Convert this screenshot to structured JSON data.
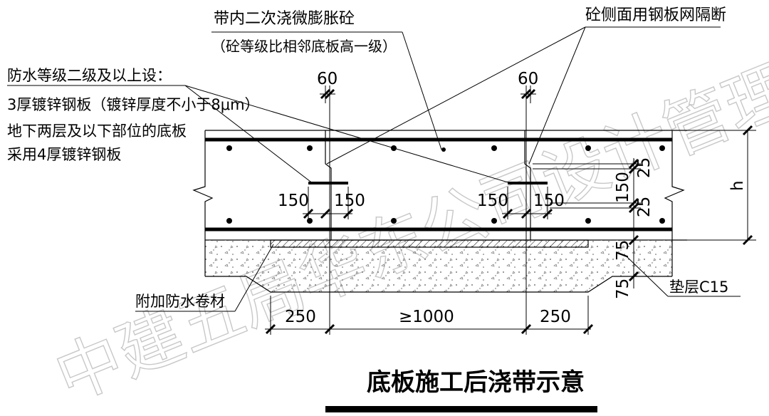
{
  "watermark": "中建五局华东公司设计管理部",
  "labels": {
    "band_concrete_line1": "带内二次浇微膨胀砼",
    "band_concrete_line2": "（砼等级比相邻底板高一级）",
    "side_mesh": "砼侧面用钢板网隔断",
    "waterproof_line1": "防水等级二级及以上设：",
    "waterproof_line2": "3厚镀锌钢板（镀锌厚度不小于8μm）",
    "waterproof_line3": "地下两层及以下部位的底板",
    "waterproof_line4": "采用4厚镀锌钢板",
    "membrane": "附加防水卷材",
    "cushion": "垫层C15"
  },
  "dimensions": {
    "top_left_60": "60",
    "top_right_60": "60",
    "left_150a": "150",
    "left_150b": "150",
    "right_150a": "150",
    "right_150b": "150",
    "right_25_top": "25",
    "right_150_mid": "150",
    "right_25_bot": "25",
    "right_75_top": "75",
    "right_75_bot": "75",
    "height_h": "h",
    "bottom_250_left": "250",
    "bottom_min_1000": "≥1000",
    "bottom_250_right": "250"
  },
  "title": "底板施工后浇带示意",
  "colors": {
    "line": "#000000",
    "watermark": "#c8c8c8"
  }
}
